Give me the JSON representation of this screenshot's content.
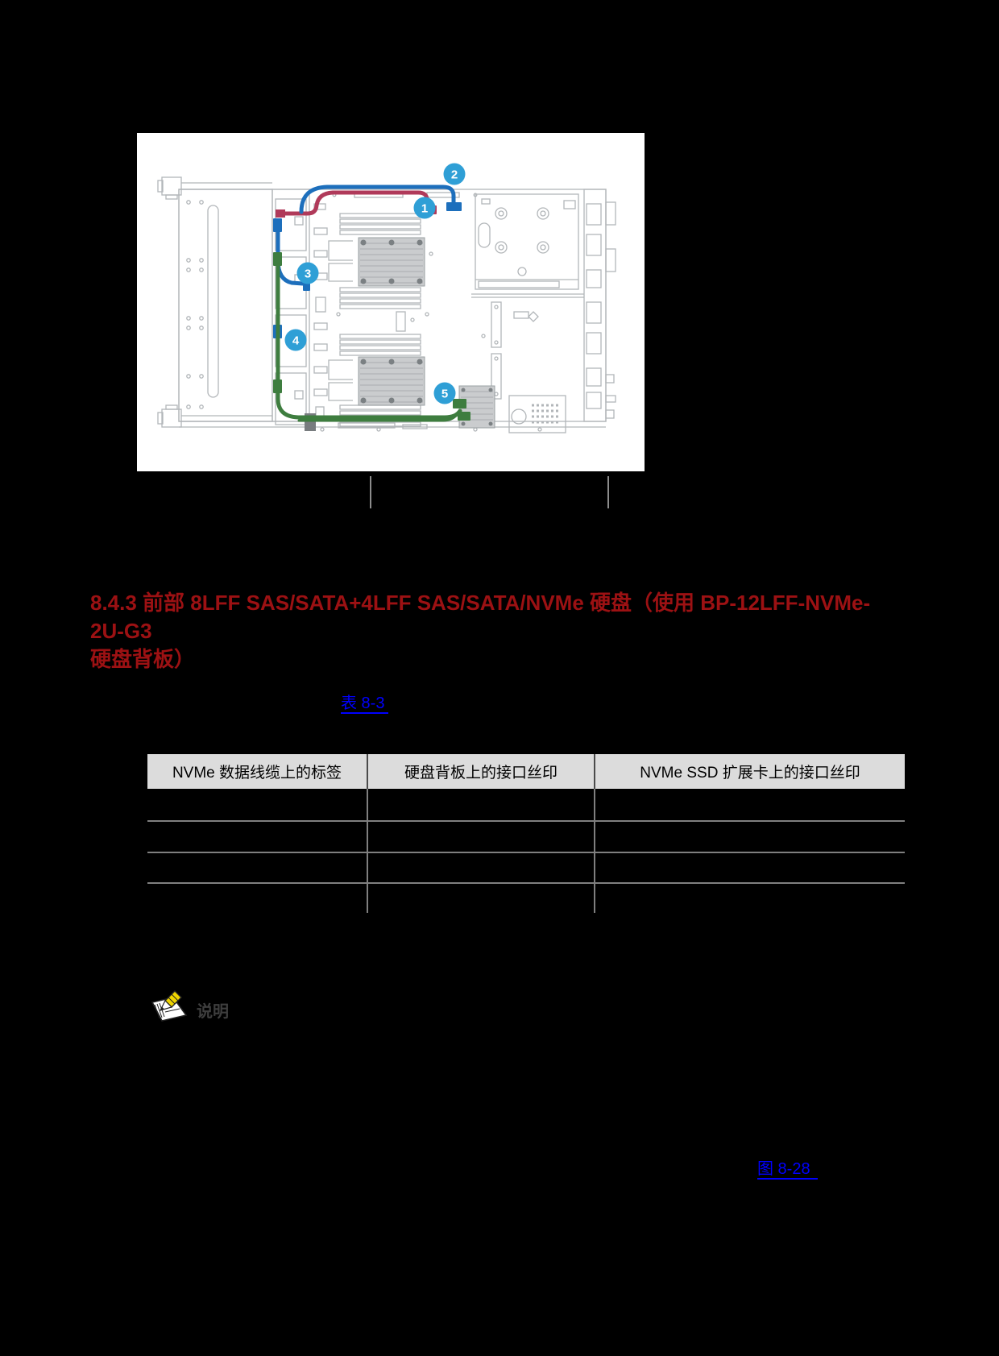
{
  "figure": {
    "type": "server-cabling-diagram",
    "description_visible": false,
    "callouts": [
      "1",
      "2",
      "3",
      "4",
      "5"
    ],
    "colors": {
      "background": "#FFFFFF",
      "lineart": "#B2B6B9",
      "cable_blue": "#1D6FBC",
      "cable_red": "#B03A5A",
      "cable_green": "#3E7D3F",
      "callout_circle": "#2F9FD6"
    }
  },
  "heading": {
    "line1": "8.4.3  前部 8LFF SAS/SATA+4LFF SAS/SATA/NVMe 硬盘（使用 BP-12LFF-NVMe-2U-G3",
    "line2": "硬盘背板）",
    "color": "#9C1113"
  },
  "links": {
    "table_ref": "表 8-3",
    "figure_ref": "图 8-28",
    "color": "#0000FF"
  },
  "table": {
    "headers": [
      "NVMe 数据线缆上的标签",
      "硬盘背板上的接口丝印",
      "NVMe SSD 扩展卡上的接口丝印"
    ],
    "rows": [
      [
        "",
        "",
        ""
      ],
      [
        "",
        "",
        ""
      ],
      [
        "",
        "",
        ""
      ],
      [
        "",
        "",
        ""
      ]
    ],
    "header_bg": "#DCDCDC",
    "grid_color": "#7F7F7F"
  },
  "note": {
    "label": "说明",
    "icon": "notepad-pencil-icon"
  }
}
